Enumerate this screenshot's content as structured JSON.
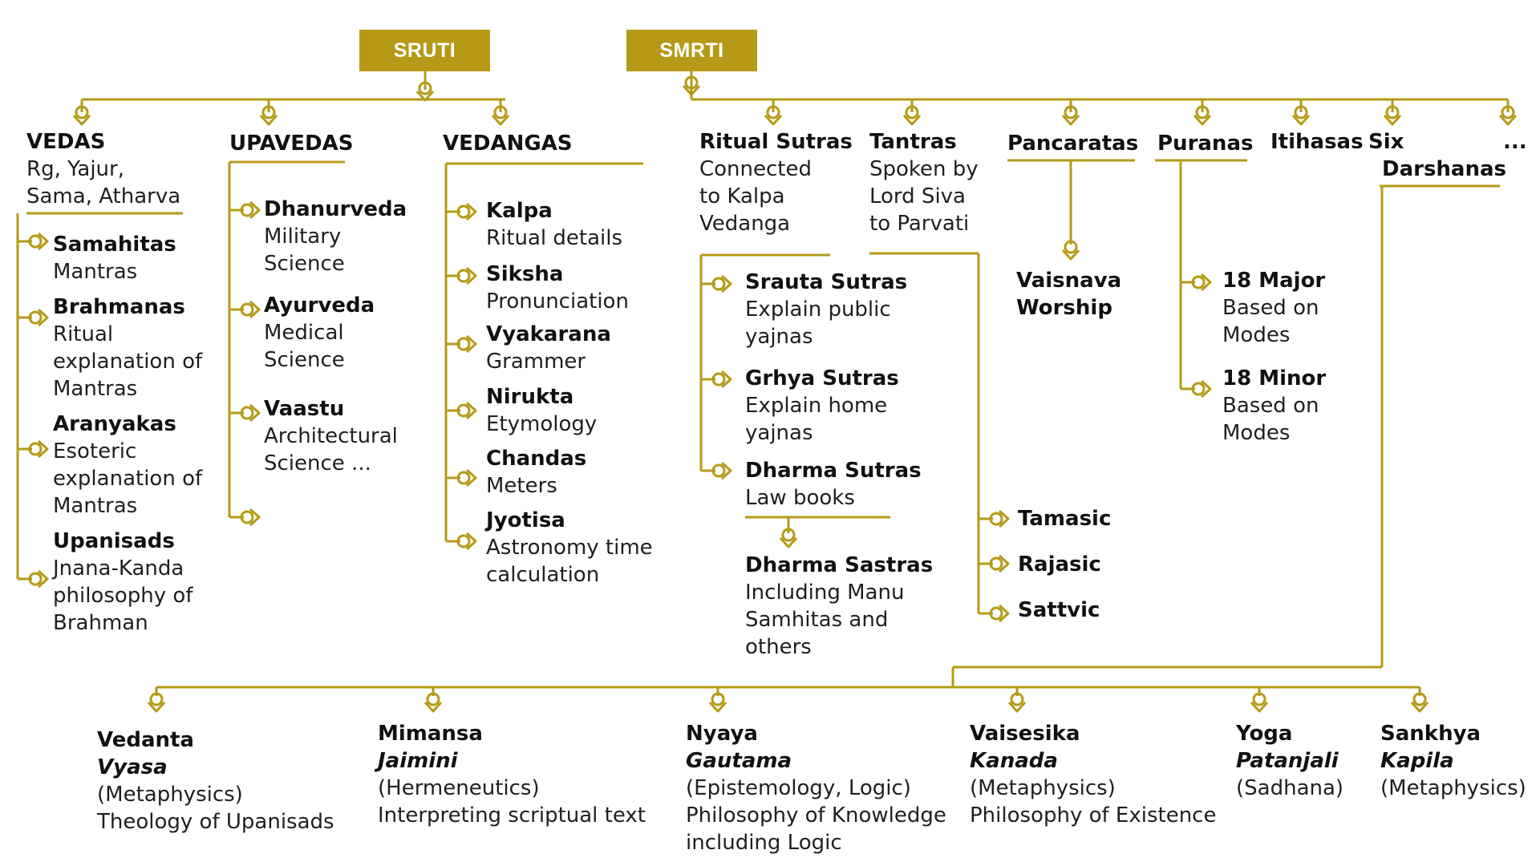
{
  "colors": {
    "accent": "#b69a17",
    "text": "#1f1f1f",
    "background": "#ffffff"
  },
  "roots": {
    "sruti": "SRUTI",
    "smrti": "SMRTI"
  },
  "vedas": {
    "title": "VEDAS",
    "desc": [
      "Rg, Yajur,",
      "Sama, Atharva"
    ]
  },
  "vedas_items": [
    {
      "title": "Samahitas",
      "desc": [
        "Mantras"
      ]
    },
    {
      "title": "Brahmanas",
      "desc": [
        "Ritual",
        "explanation of",
        "Mantras"
      ]
    },
    {
      "title": "Aranyakas",
      "desc": [
        "Esoteric",
        "explanation of",
        "Mantras"
      ]
    },
    {
      "title": "Upanisads",
      "desc": [
        "Jnana-Kanda",
        "philosophy of",
        "Brahman"
      ]
    }
  ],
  "upavedas": {
    "title": "UPAVEDAS"
  },
  "upavedas_items": [
    {
      "title": "Dhanurveda",
      "desc": [
        "Military",
        "Science"
      ]
    },
    {
      "title": "Ayurveda",
      "desc": [
        "Medical",
        "Science"
      ]
    },
    {
      "title": "Vaastu",
      "desc": [
        "Architectural",
        "Science ..."
      ]
    }
  ],
  "vedangas": {
    "title": "VEDANGAS"
  },
  "vedangas_items": [
    {
      "title": "Kalpa",
      "desc": [
        "Ritual details"
      ]
    },
    {
      "title": "Siksha",
      "desc": [
        "Pronunciation"
      ]
    },
    {
      "title": "Vyakarana",
      "desc": [
        "Grammer"
      ]
    },
    {
      "title": "Nirukta",
      "desc": [
        "Etymology"
      ]
    },
    {
      "title": "Chandas",
      "desc": [
        "Meters"
      ]
    },
    {
      "title": "Jyotisa",
      "desc": [
        "Astronomy time",
        "calculation"
      ]
    }
  ],
  "ritual_sutras": {
    "title": "Ritual Sutras",
    "desc": [
      "Connected",
      "to Kalpa",
      "Vedanga"
    ]
  },
  "ritual_items": [
    {
      "title": "Srauta Sutras",
      "desc": [
        "Explain public",
        "yajnas"
      ]
    },
    {
      "title": "Grhya Sutras",
      "desc": [
        "Explain home",
        "yajnas"
      ]
    },
    {
      "title": "Dharma Sutras",
      "desc": [
        "Law books"
      ]
    }
  ],
  "dharma_sastras": {
    "title": "Dharma Sastras",
    "desc": [
      "Including Manu",
      "Samhitas and",
      "others"
    ]
  },
  "tantras": {
    "title": "Tantras",
    "desc": [
      "Spoken by",
      "Lord Siva",
      "to Parvati"
    ]
  },
  "tantra_items": [
    "Tamasic",
    "Rajasic",
    "Sattvic"
  ],
  "pancaratas": {
    "title": "Pancaratas"
  },
  "vaisnava": {
    "lines": [
      "Vaisnava",
      "Worship"
    ]
  },
  "puranas": {
    "title": "Puranas"
  },
  "purana_items": [
    {
      "title": "18 Major",
      "desc": [
        "Based on",
        "Modes"
      ]
    },
    {
      "title": "18 Minor",
      "desc": [
        "Based on",
        "Modes"
      ]
    }
  ],
  "itihasas": {
    "title": "Itihasas"
  },
  "darshanas": {
    "lines": [
      "Six",
      "Darshanas"
    ]
  },
  "ellipsis": "...",
  "darshana_items": [
    {
      "name": "Vedanta",
      "author": "Vyasa",
      "desc": [
        "(Metaphysics)",
        "Theology of Upanisads"
      ]
    },
    {
      "name": "Mimansa",
      "author": "Jaimini",
      "desc": [
        "(Hermeneutics)",
        "Interpreting scriptual text"
      ]
    },
    {
      "name": "Nyaya",
      "author": "Gautama",
      "desc": [
        "(Epistemology, Logic)",
        "Philosophy of Knowledge",
        "including Logic"
      ]
    },
    {
      "name": "Vaisesika",
      "author": "Kanada",
      "desc": [
        "(Metaphysics)",
        "Philosophy of Existence"
      ]
    },
    {
      "name": "Yoga",
      "author": "Patanjali",
      "desc": [
        "(Sadhana)"
      ]
    },
    {
      "name": "Sankhya",
      "author": "Kapila",
      "desc": [
        "(Metaphysics)"
      ]
    }
  ]
}
